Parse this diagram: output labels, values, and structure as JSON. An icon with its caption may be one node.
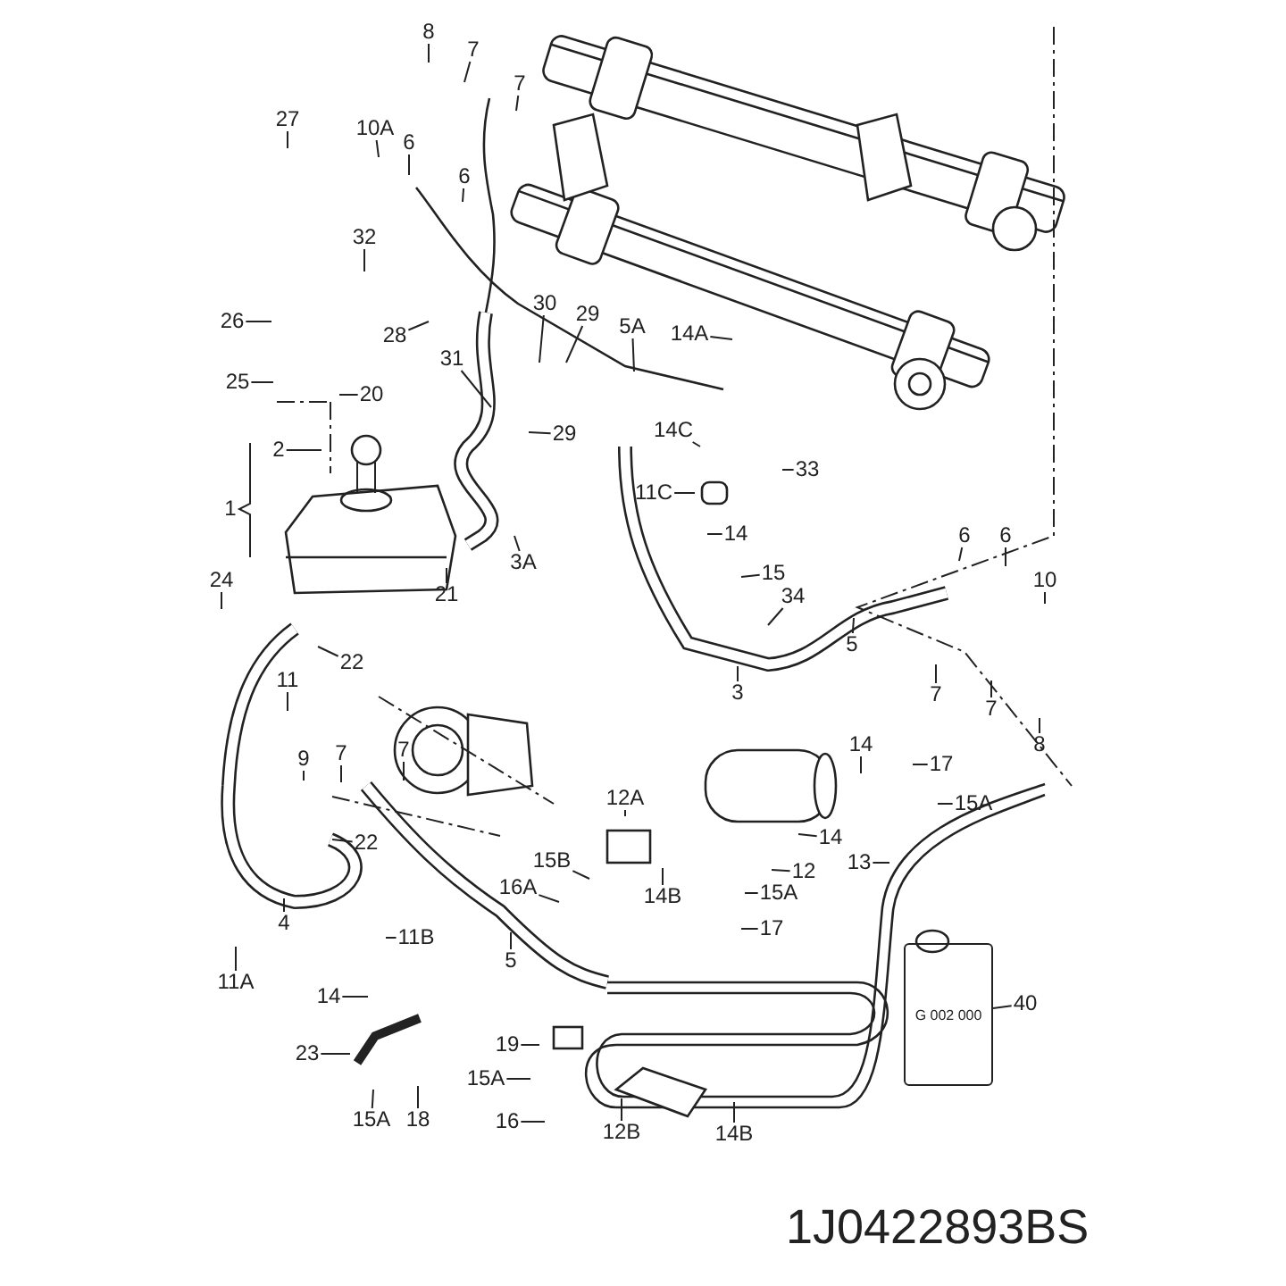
{
  "diagram": {
    "nodes": [
      {
        "text": [
          "8"
        ]
      },
      {
        "text": [
          "7"
        ]
      },
      {
        "text": [
          "7"
        ]
      },
      {
        "text": [
          "27"
        ]
      },
      {
        "text": [
          "10A"
        ]
      },
      {
        "text": [
          "6"
        ]
      },
      {
        "text": [
          "6"
        ]
      },
      {
        "text": [
          "32"
        ]
      },
      {
        "text": [
          "30"
        ]
      },
      {
        "text": [
          "29"
        ]
      },
      {
        "text": [
          "5A"
        ]
      },
      {
        "text": [
          "14A"
        ]
      },
      {
        "text": [
          "26"
        ]
      },
      {
        "text": [
          "28"
        ]
      },
      {
        "text": [
          "25"
        ]
      },
      {
        "text": [
          "20"
        ]
      },
      {
        "text": [
          "31"
        ]
      },
      {
        "text": [
          "29"
        ]
      },
      {
        "text": [
          "14C"
        ]
      },
      {
        "text": [
          "2"
        ]
      },
      {
        "text": [
          "11C"
        ]
      },
      {
        "text": [
          "33"
        ]
      },
      {
        "text": [
          "1"
        ]
      },
      {
        "text": [
          "3A"
        ]
      },
      {
        "text": [
          "21"
        ]
      },
      {
        "text": [
          "14"
        ]
      },
      {
        "text": [
          "15"
        ]
      },
      {
        "text": [
          "6"
        ]
      },
      {
        "text": [
          "6"
        ]
      },
      {
        "text": [
          "10"
        ]
      },
      {
        "text": [
          "24"
        ]
      },
      {
        "text": [
          "34"
        ]
      },
      {
        "text": [
          "5"
        ]
      },
      {
        "text": [
          "22"
        ]
      },
      {
        "text": [
          "3"
        ]
      },
      {
        "text": [
          "7"
        ]
      },
      {
        "text": [
          "7"
        ]
      },
      {
        "text": [
          "8"
        ]
      },
      {
        "text": [
          "11"
        ]
      },
      {
        "text": [
          "9"
        ]
      },
      {
        "text": [
          "7"
        ]
      },
      {
        "text": [
          "7"
        ]
      },
      {
        "text": [
          "14"
        ]
      },
      {
        "text": [
          "17"
        ]
      },
      {
        "text": [
          "15A"
        ]
      },
      {
        "text": [
          "12A"
        ]
      },
      {
        "text": [
          "14"
        ]
      },
      {
        "text": [
          "22"
        ]
      },
      {
        "text": [
          "12"
        ]
      },
      {
        "text": [
          "13"
        ]
      },
      {
        "text": [
          "15B"
        ]
      },
      {
        "text": [
          "16A"
        ]
      },
      {
        "text": [
          "14B"
        ]
      },
      {
        "text": [
          "15A"
        ]
      },
      {
        "text": [
          "4"
        ]
      },
      {
        "text": [
          "11B"
        ]
      },
      {
        "text": [
          "17"
        ]
      },
      {
        "text": [
          "5"
        ]
      },
      {
        "text": [
          "11A"
        ]
      },
      {
        "text": [
          "40"
        ]
      },
      {
        "text": [
          "14"
        ]
      },
      {
        "text": [
          "19"
        ]
      },
      {
        "text": [
          "23"
        ]
      },
      {
        "text": [
          "15A"
        ]
      },
      {
        "text": [
          "16"
        ]
      },
      {
        "text": [
          "15A"
        ]
      },
      {
        "text": [
          "18"
        ]
      },
      {
        "text": [
          "12B"
        ]
      },
      {
        "text": [
          "14B"
        ]
      },
      {
        "text": [
          "G 002 000"
        ]
      }
    ],
    "edges": [
      {
        "from": 0,
        "to": null,
        "arrow": "none"
      },
      {
        "from": 1,
        "to": null,
        "arrow": "none"
      },
      {
        "from": 2,
        "to": null,
        "arrow": "none"
      },
      {
        "from": 3,
        "to": null,
        "arrow": "none"
      },
      {
        "from": 4,
        "to": null,
        "arrow": "none"
      },
      {
        "from": 5,
        "to": null,
        "arrow": "none"
      },
      {
        "from": 6,
        "to": null,
        "arrow": "none"
      },
      {
        "from": 7,
        "to": null,
        "arrow": "none"
      },
      {
        "from": 8,
        "to": null,
        "arrow": "none"
      },
      {
        "from": 9,
        "to": null,
        "arrow": "none"
      },
      {
        "from": 10,
        "to": null,
        "arrow": "none"
      },
      {
        "from": 11,
        "to": null,
        "arrow": "none"
      },
      {
        "from": 12,
        "to": null,
        "arrow": "none"
      },
      {
        "from": 13,
        "to": null,
        "arrow": "none"
      },
      {
        "from": 14,
        "to": null,
        "arrow": "none"
      },
      {
        "from": 15,
        "to": null,
        "arrow": "none"
      },
      {
        "from": 16,
        "to": null,
        "arrow": "none"
      },
      {
        "from": 17,
        "to": null,
        "arrow": "none"
      },
      {
        "from": 18,
        "to": null,
        "arrow": "none"
      },
      {
        "from": 19,
        "to": null,
        "arrow": "none"
      },
      {
        "from": 20,
        "to": null,
        "arrow": "none"
      },
      {
        "from": 21,
        "to": null,
        "arrow": "none"
      },
      {
        "from": 23,
        "to": null,
        "arrow": "none"
      },
      {
        "from": 24,
        "to": null,
        "arrow": "none"
      },
      {
        "from": 25,
        "to": null,
        "arrow": "none"
      },
      {
        "from": 26,
        "to": null,
        "arrow": "none"
      },
      {
        "from": 27,
        "to": null,
        "arrow": "none"
      },
      {
        "from": 28,
        "to": null,
        "arrow": "none"
      },
      {
        "from": 29,
        "to": null,
        "arrow": "none"
      },
      {
        "from": 30,
        "to": null,
        "arrow": "none"
      },
      {
        "from": 31,
        "to": null,
        "arrow": "none"
      },
      {
        "from": 32,
        "to": null,
        "arrow": "none"
      },
      {
        "from": 33,
        "to": null,
        "arrow": "none"
      },
      {
        "from": 34,
        "to": null,
        "arrow": "none"
      },
      {
        "from": 35,
        "to": null,
        "arrow": "none"
      },
      {
        "from": 36,
        "to": null,
        "arrow": "none"
      },
      {
        "from": 37,
        "to": null,
        "arrow": "none"
      },
      {
        "from": 38,
        "to": null,
        "arrow": "none"
      },
      {
        "from": 39,
        "to": null,
        "arrow": "none"
      },
      {
        "from": 40,
        "to": null,
        "arrow": "none"
      },
      {
        "from": 41,
        "to": null,
        "arrow": "none"
      },
      {
        "from": 42,
        "to": null,
        "arrow": "none"
      },
      {
        "from": 43,
        "to": null,
        "arrow": "none"
      },
      {
        "from": 44,
        "to": null,
        "arrow": "none"
      },
      {
        "from": 45,
        "to": null,
        "arrow": "none"
      },
      {
        "from": 46,
        "to": null,
        "arrow": "none"
      },
      {
        "from": 47,
        "to": null,
        "arrow": "none"
      },
      {
        "from": 48,
        "to": null,
        "arrow": "none"
      },
      {
        "from": 49,
        "to": null,
        "arrow": "none"
      },
      {
        "from": 50,
        "to": null,
        "arrow": "none"
      },
      {
        "from": 51,
        "to": null,
        "arrow": "none"
      },
      {
        "from": 52,
        "to": null,
        "arrow": "none"
      },
      {
        "from": 53,
        "to": null,
        "arrow": "none"
      },
      {
        "from": 54,
        "to": null,
        "arrow": "none"
      },
      {
        "from": 55,
        "to": null,
        "arrow": "none"
      },
      {
        "from": 56,
        "to": null,
        "arrow": "none"
      },
      {
        "from": 57,
        "to": null,
        "arrow": "none"
      },
      {
        "from": 58,
        "to": null,
        "arrow": "none"
      },
      {
        "from": 59,
        "to": 69,
        "arrow": "none"
      },
      {
        "from": 60,
        "to": null,
        "arrow": "none"
      },
      {
        "from": 61,
        "to": null,
        "arrow": "none"
      },
      {
        "from": 62,
        "to": null,
        "arrow": "none"
      },
      {
        "from": 63,
        "to": null,
        "arrow": "none"
      },
      {
        "from": 64,
        "to": null,
        "arrow": "none"
      },
      {
        "from": 65,
        "to": null,
        "arrow": "none"
      },
      {
        "from": 66,
        "to": null,
        "arrow": "none"
      },
      {
        "from": 67,
        "to": null,
        "arrow": "none"
      },
      {
        "from": 68,
        "to": null,
        "arrow": "none"
      }
    ],
    "labels": [
      "1J0422893BS"
    ]
  }
}
